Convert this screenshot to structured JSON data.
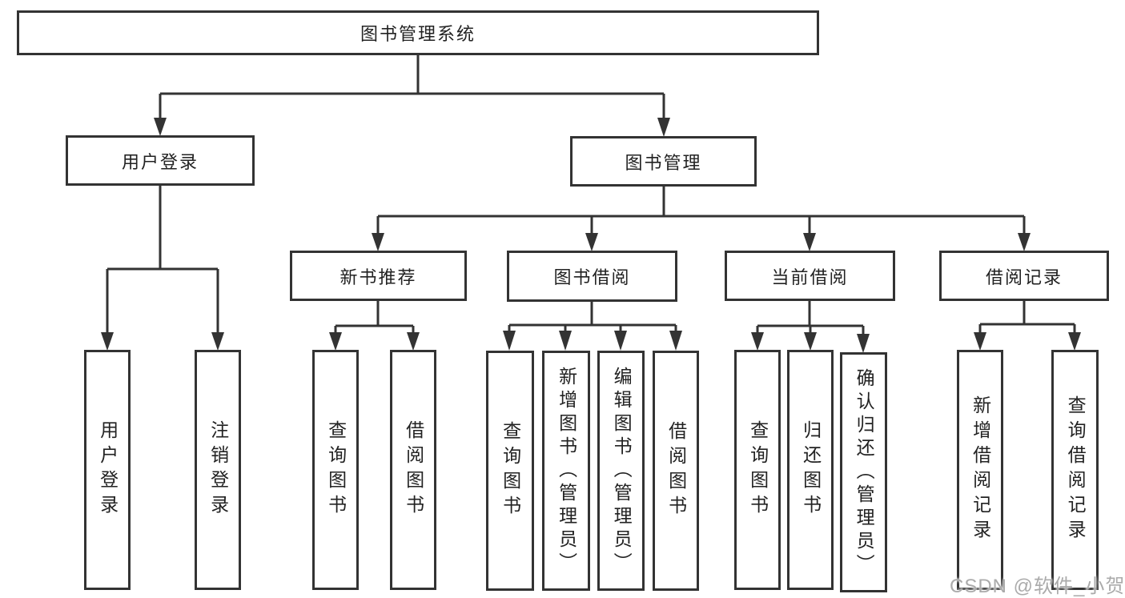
{
  "tree": {
    "root": "图书管理系统",
    "login": {
      "label": "用户登录",
      "children": [
        "用户登录",
        "注销登录"
      ]
    },
    "manage": {
      "label": "图书管理",
      "groups": [
        {
          "label": "新书推荐",
          "children": [
            "查询图书",
            "借阅图书"
          ]
        },
        {
          "label": "图书借阅",
          "children": [
            "查询图书",
            "新增图书（管理员）",
            "编辑图书（管理员）",
            "借阅图书"
          ]
        },
        {
          "label": "当前借阅",
          "children": [
            "查询图书",
            "归还图书",
            "确认归还（管理员）"
          ]
        },
        {
          "label": "借阅记录",
          "children": [
            "新增借阅记录",
            "查询借阅记录"
          ]
        }
      ]
    }
  },
  "watermark": "CSDN @软件_小贺同学",
  "colors": {
    "line": "#333333",
    "text": "#222222",
    "background": "#ffffff",
    "watermark": "#ababab"
  }
}
